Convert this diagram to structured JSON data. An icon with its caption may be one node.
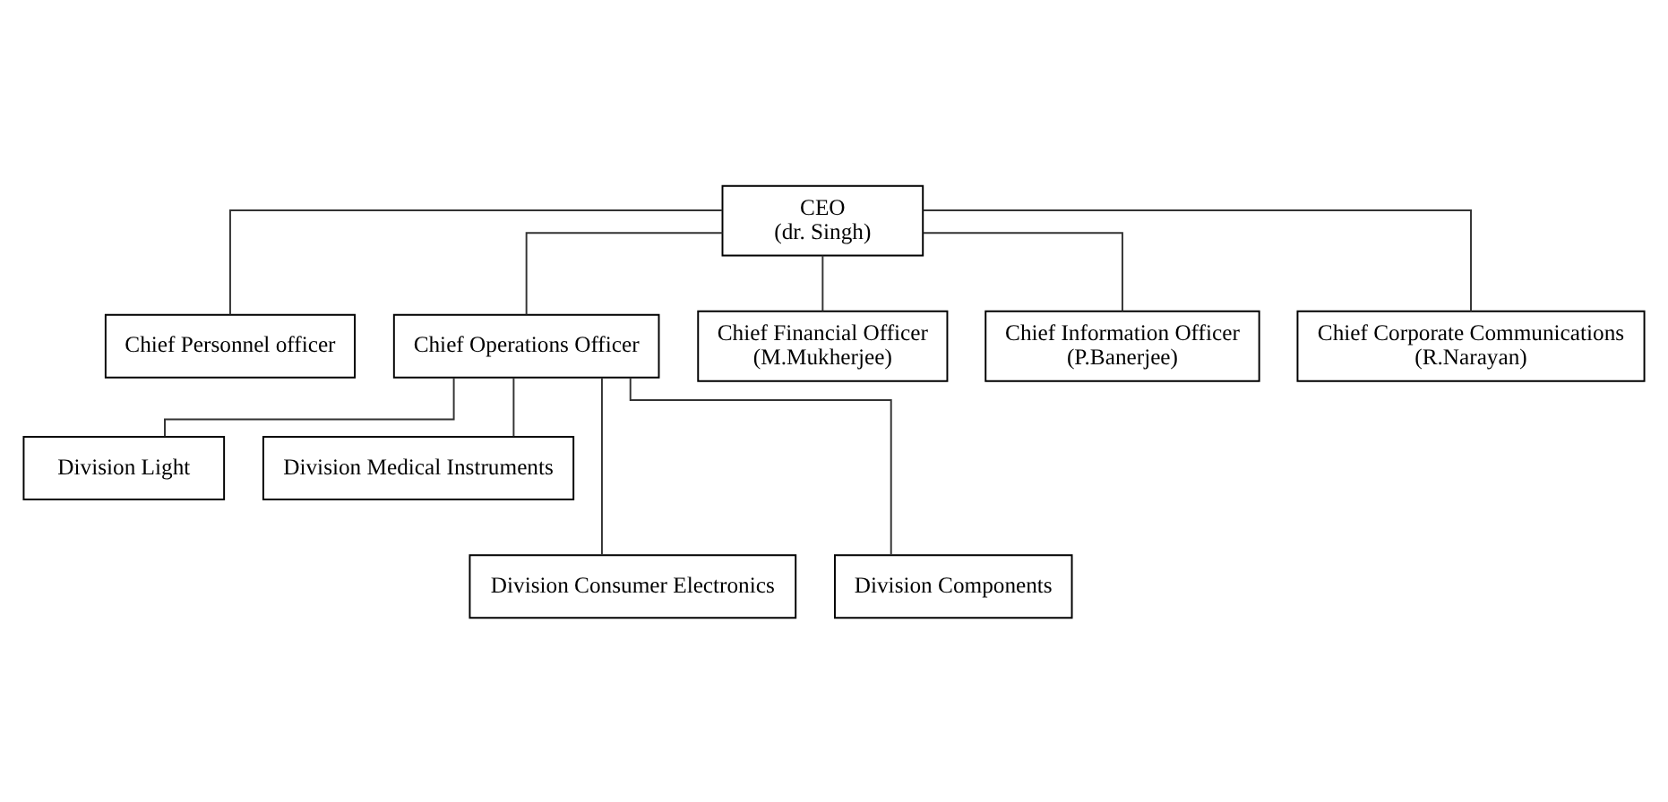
{
  "diagram": {
    "nodes": [
      {
        "text": [
          "CEO",
          "(dr. Singh)"
        ]
      },
      {
        "text": [
          "Chief Personnel officer"
        ]
      },
      {
        "text": [
          "Chief Operations Officer"
        ]
      },
      {
        "text": [
          "Chief Financial Officer",
          "(M.Mukherjee)"
        ]
      },
      {
        "text": [
          "Chief Information Officer",
          "(P.Banerjee)"
        ]
      },
      {
        "text": [
          "Chief Corporate Communications",
          "(R.Narayan)"
        ]
      },
      {
        "text": [
          "Division Light"
        ]
      },
      {
        "text": [
          "Division Medical Instruments"
        ]
      },
      {
        "text": [
          "Division Consumer Electronics"
        ]
      },
      {
        "text": [
          "Division Components"
        ]
      }
    ],
    "edges": [
      {
        "from": 0,
        "to": 1,
        "arrow": "none"
      },
      {
        "from": 0,
        "to": 2,
        "arrow": "none"
      },
      {
        "from": 0,
        "to": 3,
        "arrow": "none"
      },
      {
        "from": 0,
        "to": 4,
        "arrow": "none"
      },
      {
        "from": 0,
        "to": 5,
        "arrow": "none"
      },
      {
        "from": 2,
        "to": 6,
        "arrow": "none"
      },
      {
        "from": 2,
        "to": 7,
        "arrow": "none"
      },
      {
        "from": 2,
        "to": 8,
        "arrow": "none"
      },
      {
        "from": 2,
        "to": 9,
        "arrow": "none"
      }
    ]
  }
}
